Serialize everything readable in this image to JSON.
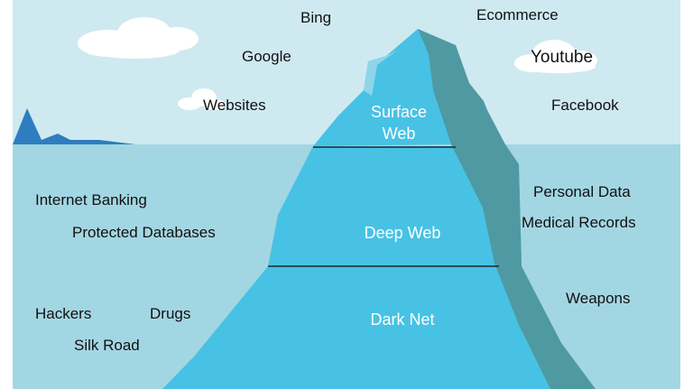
{
  "surface_terms": {
    "bing": "Bing",
    "ecommerce": "Ecommerce",
    "google": "Google",
    "youtube": "Youtube",
    "websites": "Websites",
    "facebook": "Facebook"
  },
  "layers": {
    "surface_line1": "Surface",
    "surface_line2": "Web",
    "deep": "Deep Web",
    "dark": "Dark Net"
  },
  "deep_terms": {
    "internet_banking": "Internet Banking",
    "protected_databases": "Protected Databases",
    "personal_data": "Personal Data",
    "medical_records": "Medical Records"
  },
  "dark_terms": {
    "hackers": "Hackers",
    "drugs": "Drugs",
    "silk_road": "Silk Road",
    "weapons": "Weapons"
  },
  "colors": {
    "sky": "#cfe9f1",
    "water": "#a3d6e3",
    "berg_light": "#47c2e4",
    "berg_shadow": "#4f9aa2",
    "berg_highlight": "#8fd5ea",
    "distant_berg": "#2e7dbf",
    "cloud": "#ffffff"
  }
}
